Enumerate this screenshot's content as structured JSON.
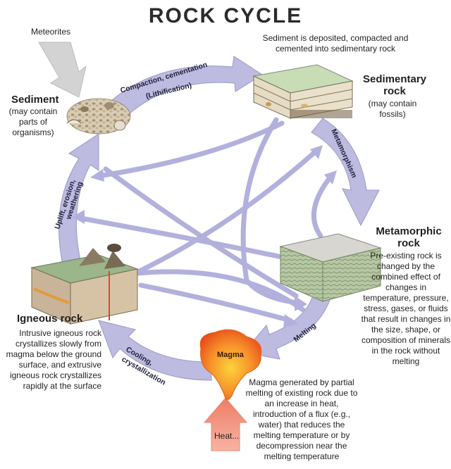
{
  "title": "ROCK CYCLE",
  "meteorites": "Meteorites",
  "sediment": {
    "heading": "Sediment",
    "note": "(may contain parts of organisms)"
  },
  "deposit_note": "Sediment is deposited, compacted and cemented into sedimentary rock",
  "sedimentary": {
    "heading": "Sedimentary rock",
    "note": "(may contain fossils)"
  },
  "metamorphic": {
    "heading": "Metamorphic rock",
    "note": "Pre-existing rock is changed by the combined effect of changes in temperature, pressure, stress, gases, or fluids that result in changes in the size, shape, or composition of minerals in the rock without melting"
  },
  "igneous": {
    "heading": "Igneous rock",
    "note": "Intrusive igneous rock crystallizes slowly from magma below the ground surface, and extrusive igneous rock crystallizes rapidly at the surface"
  },
  "magma": {
    "label": "Magma",
    "note": "Magma generated by partial melting of existing rock due to an increase in heat, introduction of a flux (e.g., water) that reduces the melting temperature or by decompression near the melting temperature"
  },
  "heat": "Heat...",
  "arrows": {
    "compaction_1": "Compaction, cementation",
    "compaction_2": "(Lithification)",
    "metamorphism": "Metamorphism",
    "uplift_1": "Uplift, erosion,",
    "uplift_2": "weathering",
    "melting": "Melting",
    "cooling_1": "Cooling,",
    "cooling_2": "crystallization"
  },
  "colors": {
    "arrow_fill": "#bdbbe0",
    "arrow_stroke": "#9a98c8",
    "magma_outer": "#f0661e",
    "magma_inner": "#fbd23c",
    "heat_arrow": "#f29a86"
  }
}
